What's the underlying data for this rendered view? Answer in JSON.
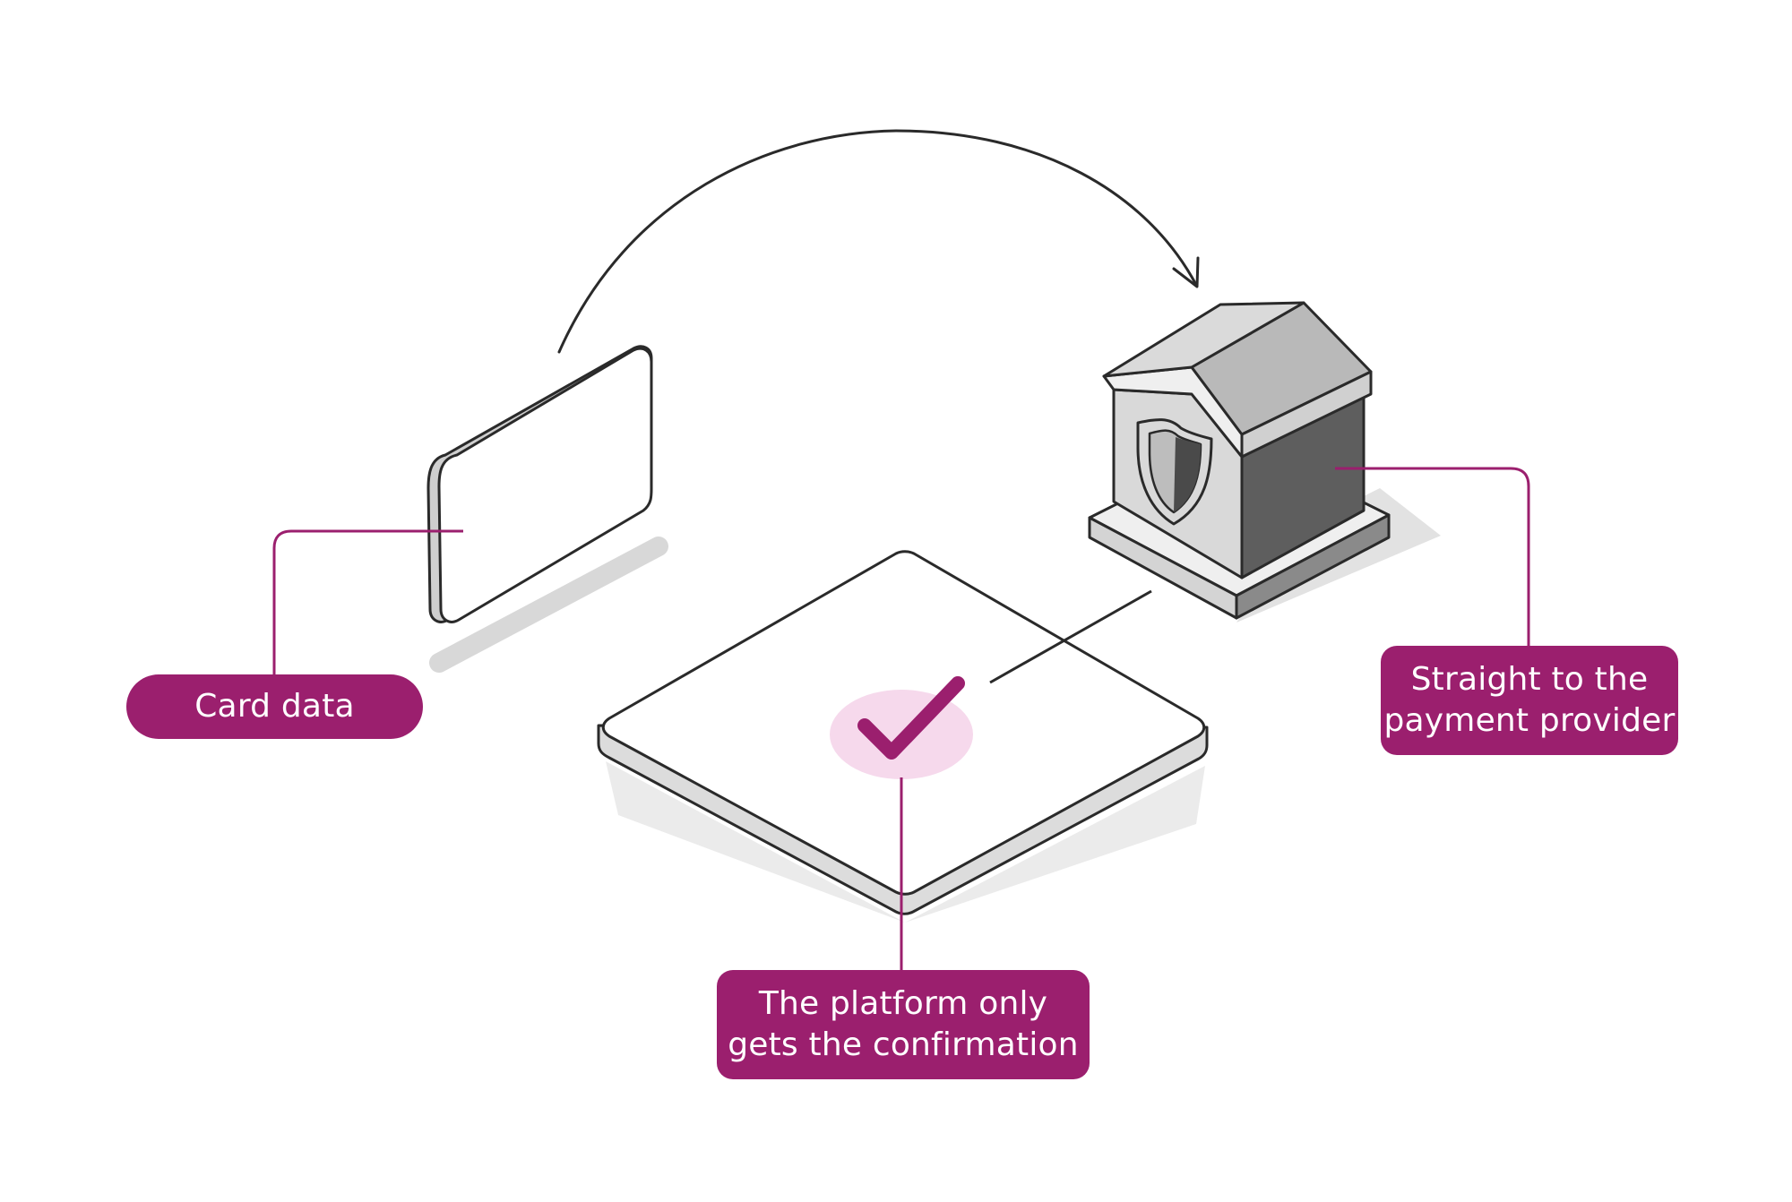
{
  "labels": {
    "card_data": "Card data",
    "provider_line1": "Straight to the",
    "provider_line2": "payment provider",
    "platform_line1": "The platform only",
    "platform_line2": "gets the confirmation"
  },
  "colors": {
    "accent": "#9b1f6e",
    "check_glow": "#f6d9ec",
    "outline": "#2a2a2a",
    "roof": "#b9b9b9",
    "wall_dark": "#5e5e5e",
    "wall_light": "#d9d9d9",
    "shadow": "#dcdcdc"
  },
  "icons": [
    "card-icon",
    "bank-icon",
    "shield-icon",
    "checkmark-icon",
    "arrow-icon"
  ]
}
